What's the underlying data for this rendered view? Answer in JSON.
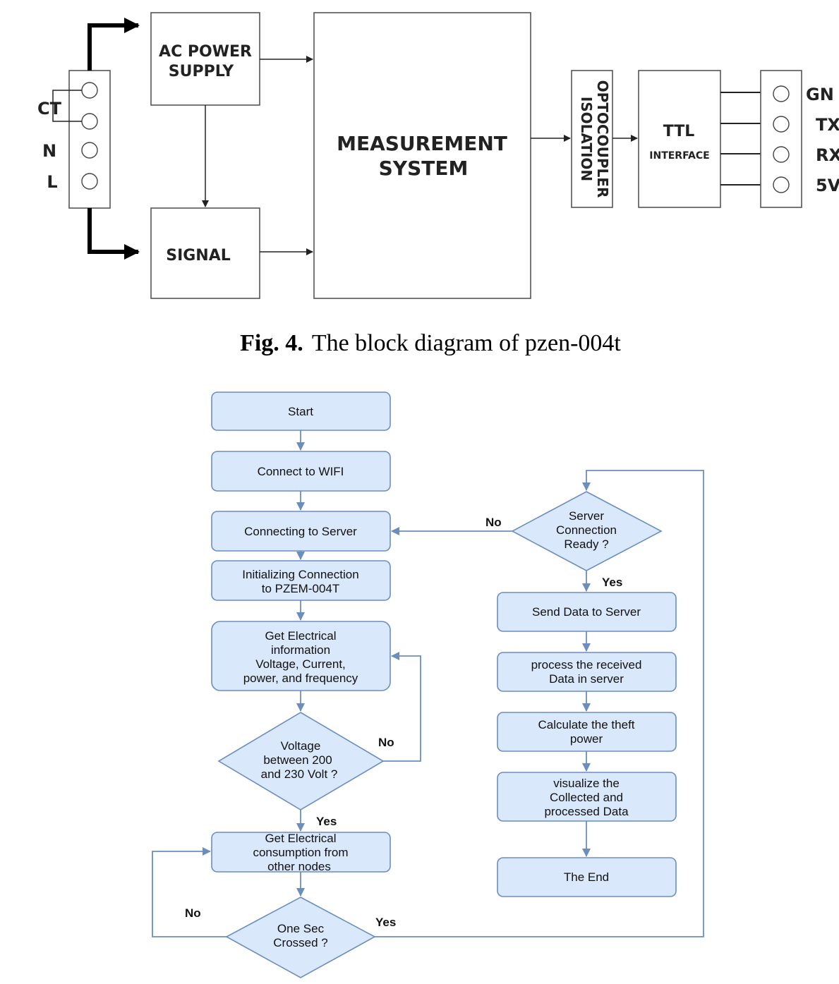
{
  "block_diagram": {
    "terminals": {
      "ct": "CT",
      "n": "N",
      "l": "L"
    },
    "ac_power_supply": [
      "AC POWER",
      "SUPPLY"
    ],
    "signal": "SIGNAL",
    "measurement_system": [
      "MEASUREMENT",
      "SYSTEM"
    ],
    "optocoupler": [
      "OPTOCOUPLER",
      "ISOLATION"
    ],
    "ttl": "TTL",
    "ttl_interface": "INTERFACE",
    "outputs": [
      "GN",
      "TX",
      "RX",
      "5V"
    ]
  },
  "caption": {
    "label": "Fig. 4.",
    "text": "The block diagram of pzen-004t"
  },
  "flowchart": {
    "start": "Start",
    "connect_wifi": "Connect to WIFI",
    "connecting_server": "Connecting to Server",
    "init_connection": [
      "Initializing Connection",
      "to PZEM-004T"
    ],
    "get_info": [
      "Get Electrical",
      "information",
      "Voltage, Current,",
      "power, and frequency"
    ],
    "voltage_check": [
      "Voltage",
      "between 200",
      "and 230 Volt ?"
    ],
    "get_consumption": [
      "Get Electrical",
      "consumption from",
      "other nodes"
    ],
    "one_sec": [
      "One Sec",
      "Crossed ?"
    ],
    "server_ready": [
      "Server",
      "Connection",
      "Ready ?"
    ],
    "send_data": "Send Data to Server",
    "process_data": [
      "process the received",
      "Data in server"
    ],
    "calc_theft": [
      "Calculate the theft",
      "power"
    ],
    "visualize": [
      "visualize the",
      "Collected and",
      "processed Data"
    ],
    "the_end": "The End",
    "labels": {
      "no": "No",
      "yes": "Yes"
    }
  }
}
